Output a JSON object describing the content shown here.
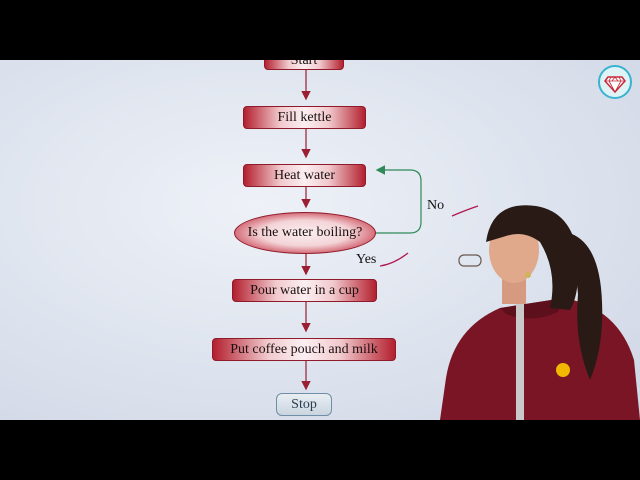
{
  "flowchart": {
    "start_label": "Start",
    "fill_label": "Fill kettle",
    "heat_label": "Heat water",
    "decision_label": "Is the water boiling?",
    "pour_label": "Pour water in a cup",
    "coffee_label": "Put coffee pouch and milk",
    "stop_label": "Stop",
    "no_label": "No",
    "yes_label": "Yes"
  },
  "colors": {
    "arrow": "#9a1f33",
    "loop_arrow": "#2f8a5a",
    "box_border": "#8f1b2a",
    "annotation_ink": "#b0184e"
  },
  "icons": {
    "logo": "diamond-logo-icon"
  }
}
